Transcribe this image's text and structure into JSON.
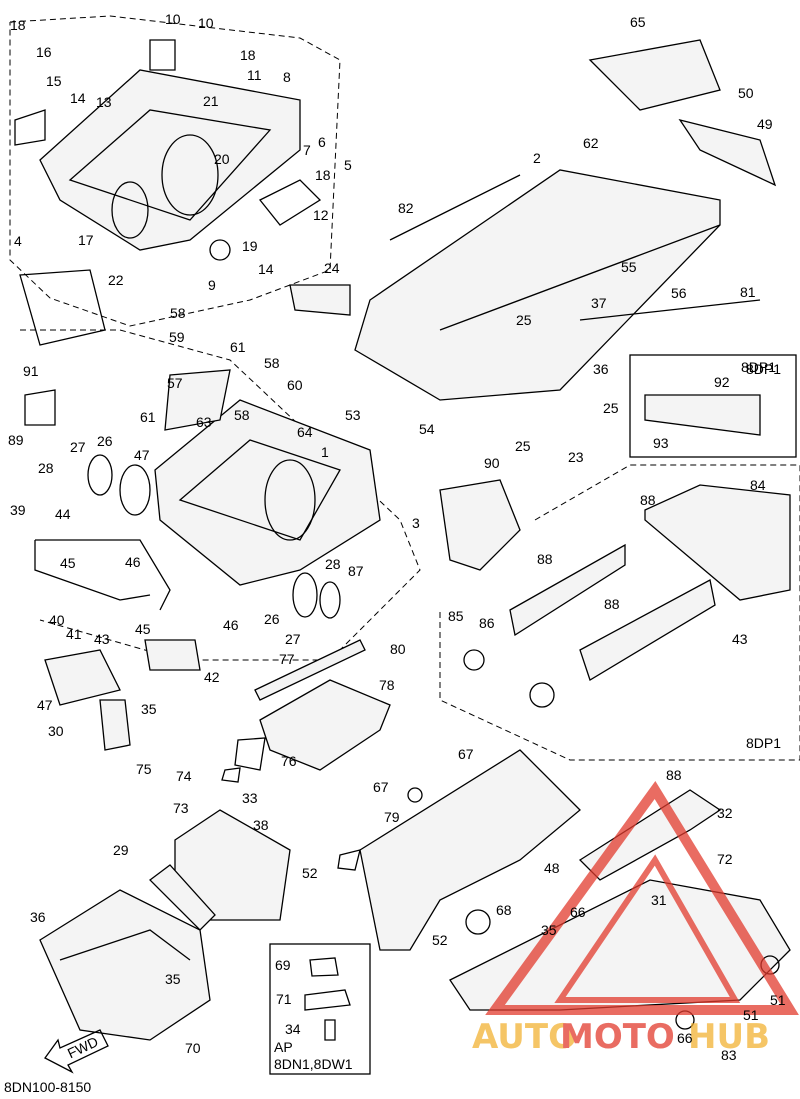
{
  "diagram": {
    "code": "8DN100-8150",
    "fwd_label": "FWD",
    "box_8dp1_top": "8DP1",
    "box_8dp1_bottom": "8DP1",
    "ap_box": {
      "line1": "AP",
      "line2": "8DN1,8DW1"
    },
    "watermark": {
      "part1": "AUTO",
      "part2": "MOTO",
      "part3": "HUB"
    },
    "colors": {
      "line": "#000000",
      "watermark_red": "#e23b2e",
      "watermark_gold": "#f2b233"
    },
    "labels": [
      "18",
      "16",
      "15",
      "14",
      "13",
      "10",
      "10",
      "18",
      "11",
      "8",
      "21",
      "6",
      "5",
      "20",
      "7",
      "18",
      "12",
      "19",
      "14",
      "9",
      "17",
      "22",
      "4",
      "24",
      "65",
      "50",
      "49",
      "2",
      "62",
      "82",
      "55",
      "56",
      "81",
      "25",
      "37",
      "36",
      "25",
      "23",
      "25",
      "92",
      "93",
      "8DP1",
      "88",
      "84",
      "58",
      "59",
      "61",
      "58",
      "57",
      "60",
      "61",
      "58",
      "63",
      "64",
      "1",
      "53",
      "54",
      "3",
      "90",
      "91",
      "89",
      "28",
      "27",
      "26",
      "47",
      "39",
      "44",
      "45",
      "46",
      "40",
      "26",
      "27",
      "28",
      "87",
      "88",
      "85",
      "86",
      "88",
      "43",
      "43",
      "46",
      "45",
      "41",
      "42",
      "47",
      "35",
      "30",
      "75",
      "80",
      "77",
      "78",
      "76",
      "74",
      "33",
      "67",
      "67",
      "79",
      "32",
      "72",
      "73",
      "38",
      "52",
      "48",
      "31",
      "29",
      "36",
      "35",
      "70",
      "69",
      "71",
      "34",
      "35",
      "66",
      "51",
      "68",
      "52",
      "51",
      "66",
      "83",
      "88"
    ]
  }
}
